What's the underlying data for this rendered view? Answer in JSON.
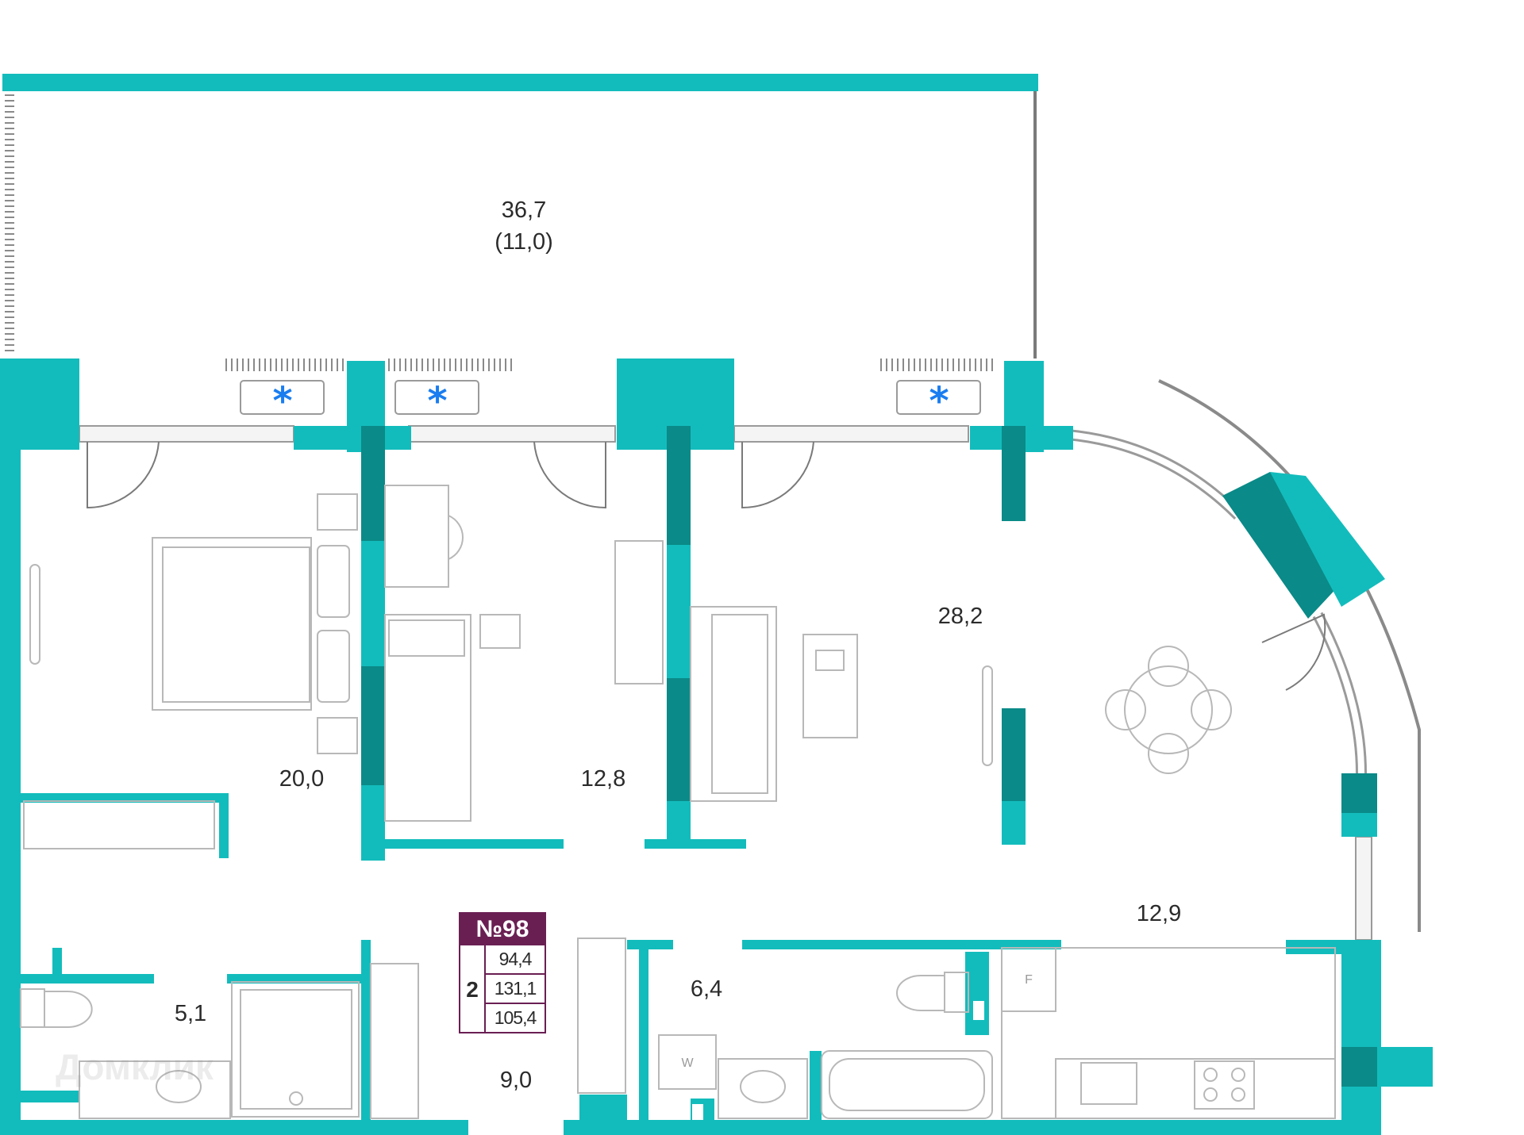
{
  "plan": {
    "apartment_number": "№98",
    "rooms_count": "2",
    "summary_values": [
      "94,4",
      "131,1",
      "105,4"
    ],
    "wall_color": "#13bcbc",
    "wall_dark_color": "#0a8a88",
    "badge_color": "#6a1f53",
    "ac_icon_color": "#1a7df0",
    "room_areas": [
      {
        "line1": "36,7",
        "line2": "(11,0)"
      },
      {
        "line1": "20,0"
      },
      {
        "line1": "12,8"
      },
      {
        "line1": "28,2"
      },
      {
        "line1": "12,9"
      },
      {
        "line1": "6,4"
      },
      {
        "line1": "5,1"
      },
      {
        "line1": "9,0"
      }
    ],
    "watermark": "Домклик",
    "kitchen_fridge_label": "F",
    "washer_label": "W"
  }
}
